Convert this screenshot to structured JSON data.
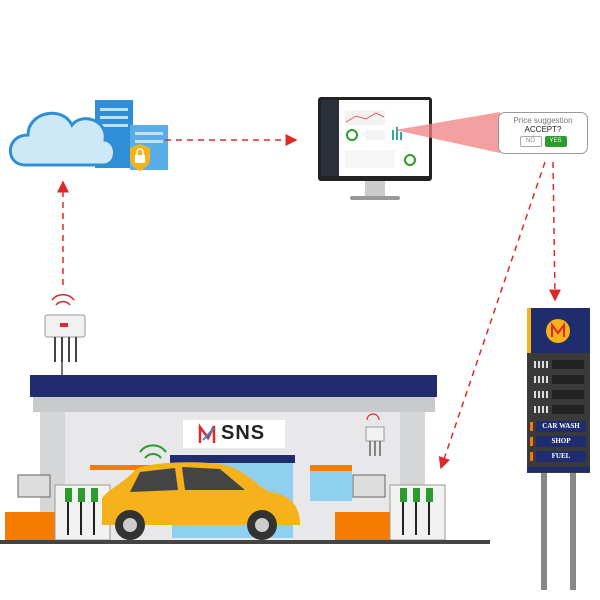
{
  "popup": {
    "title": "Price suggestion",
    "question": "ACCEPT?",
    "no_label": "NO",
    "yes_label": "YES"
  },
  "station_sign": {
    "brand": "SNS"
  },
  "pylon": {
    "items": [
      "CAR WASH",
      "SHOP",
      "FUEL"
    ]
  },
  "colors": {
    "arrow": "#e0282a",
    "navy": "#1f2d6e",
    "orange": "#f57c00",
    "car": "#f5b21b",
    "cloud": "#cde8f6",
    "building": "#2f8fd6"
  }
}
